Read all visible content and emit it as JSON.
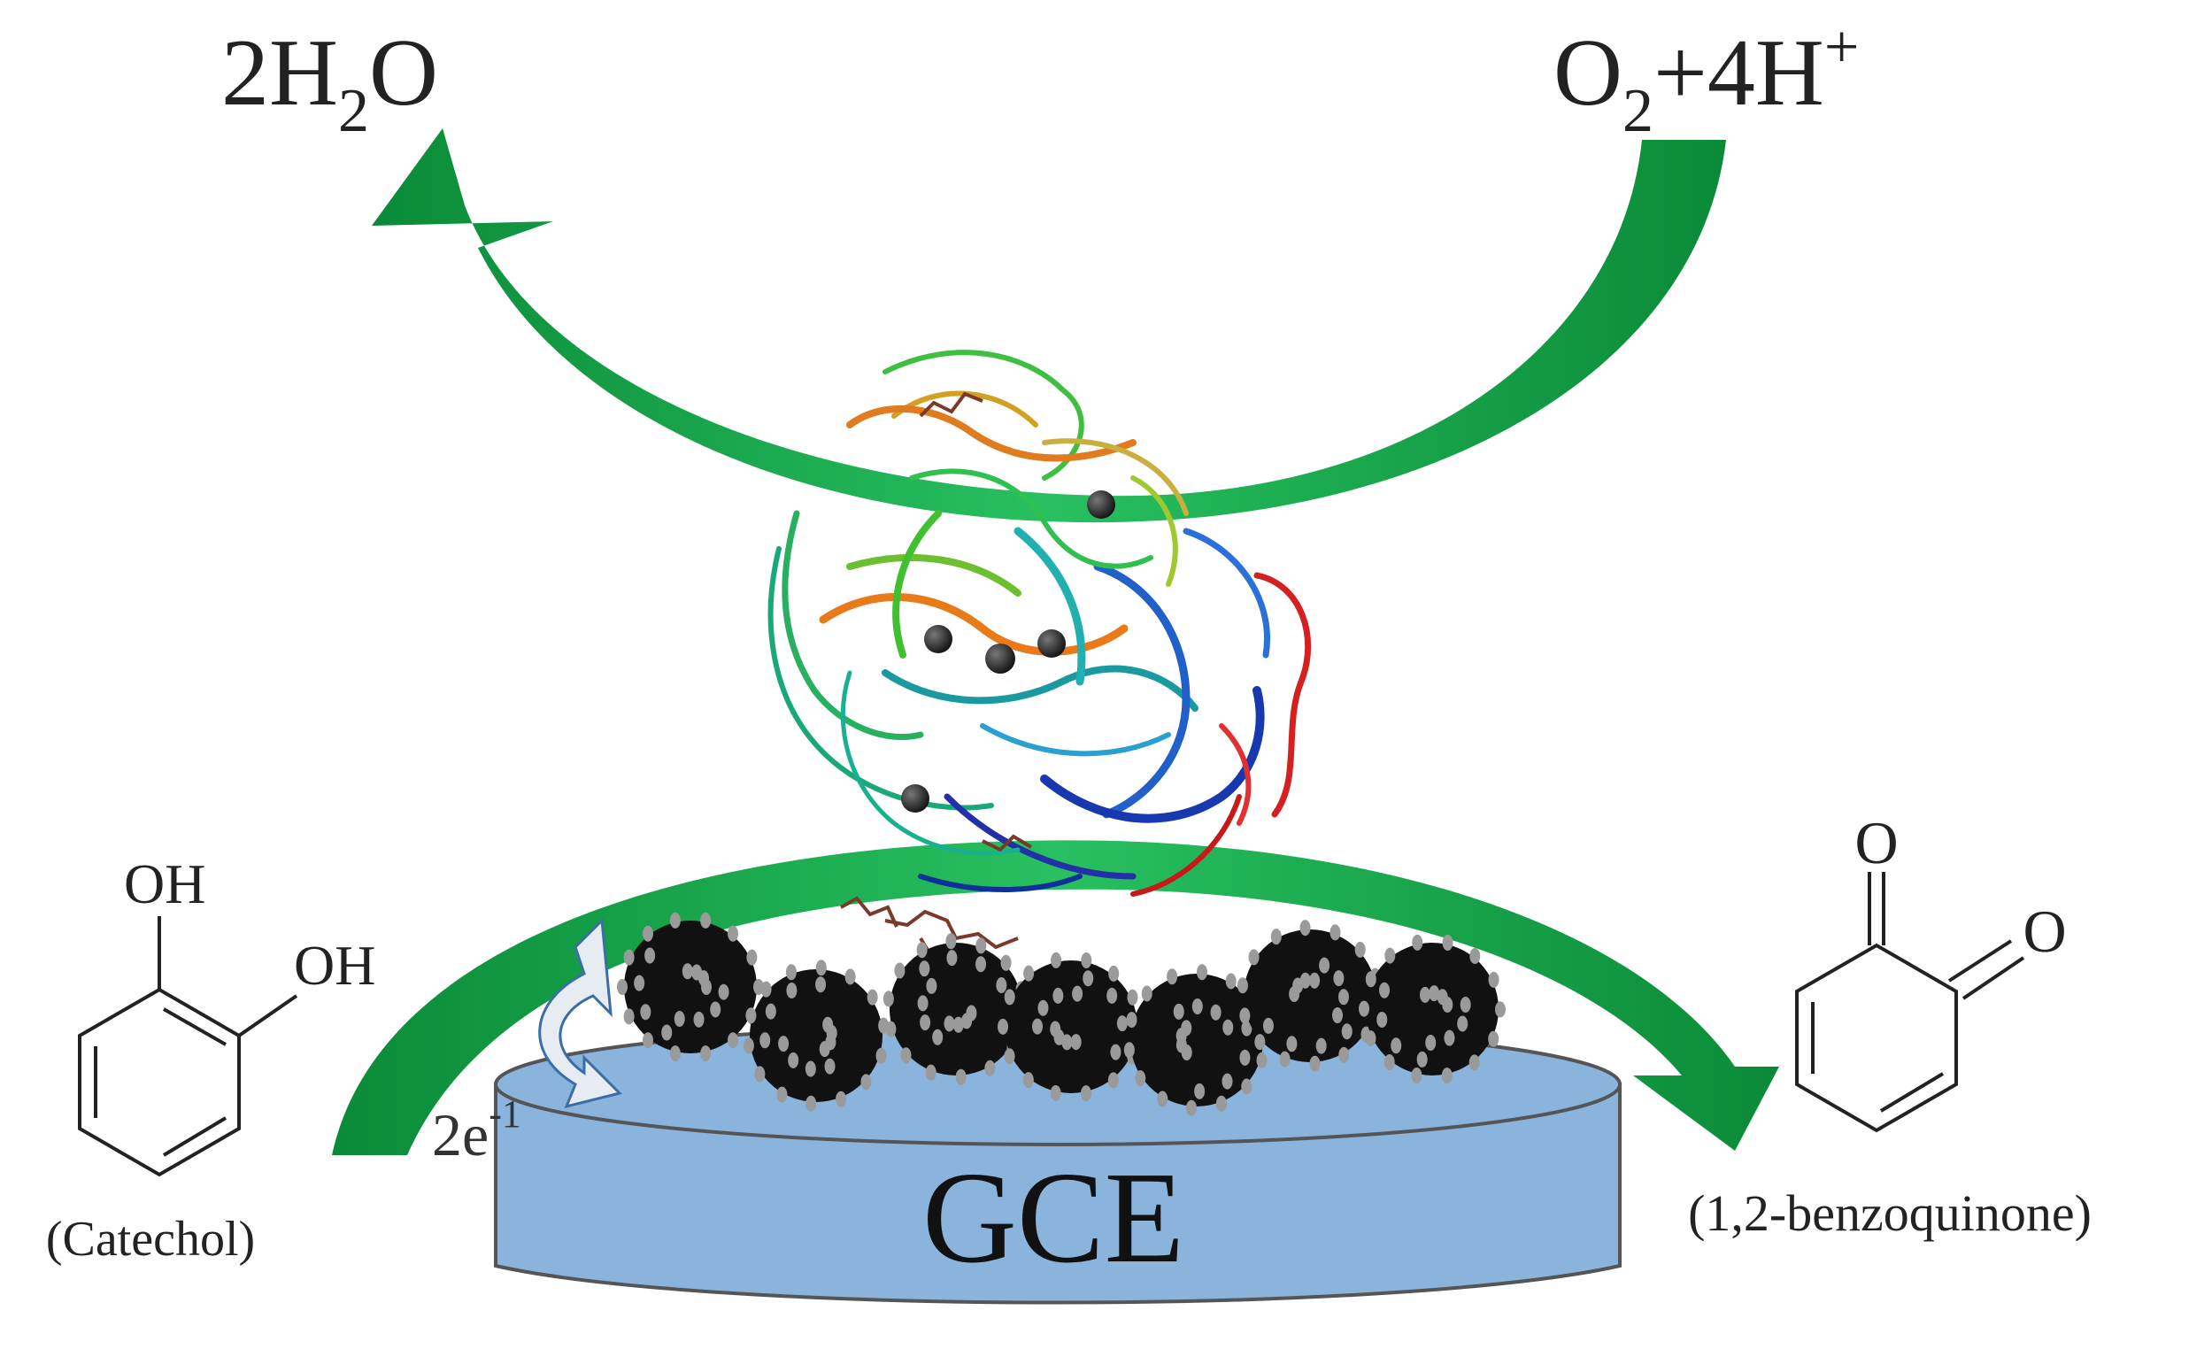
{
  "labels": {
    "water": {
      "main": "2H",
      "sub": "2",
      "tail": "O"
    },
    "oxygen": {
      "o": "O",
      "osub": "2",
      "mid": "+4H",
      "sup": "+"
    },
    "electrons": {
      "main": "2e",
      "sup": "-1"
    },
    "electrode": "GCE",
    "catechol_oh_top": "OH",
    "catechol_oh_right": "OH",
    "catechol_name": "(Catechol)",
    "quinone_o_top": "O",
    "quinone_o_right": "O",
    "quinone_name": "(1,2-benzoquinone)"
  },
  "colors": {
    "arrow_dark": "#0b8c3a",
    "arrow_light": "#2cc56a",
    "electrode_fill": "#8ab4dc",
    "electrode_stroke": "#555555",
    "particle": "#111111",
    "particle_dot": "#9a9a9a",
    "copper_atom": "#333333"
  },
  "icons": {
    "enzyme": "laccase-ribbon-structure",
    "particles": "nanoparticle-icon",
    "transfer": "curved-transfer-arrow-icon"
  }
}
